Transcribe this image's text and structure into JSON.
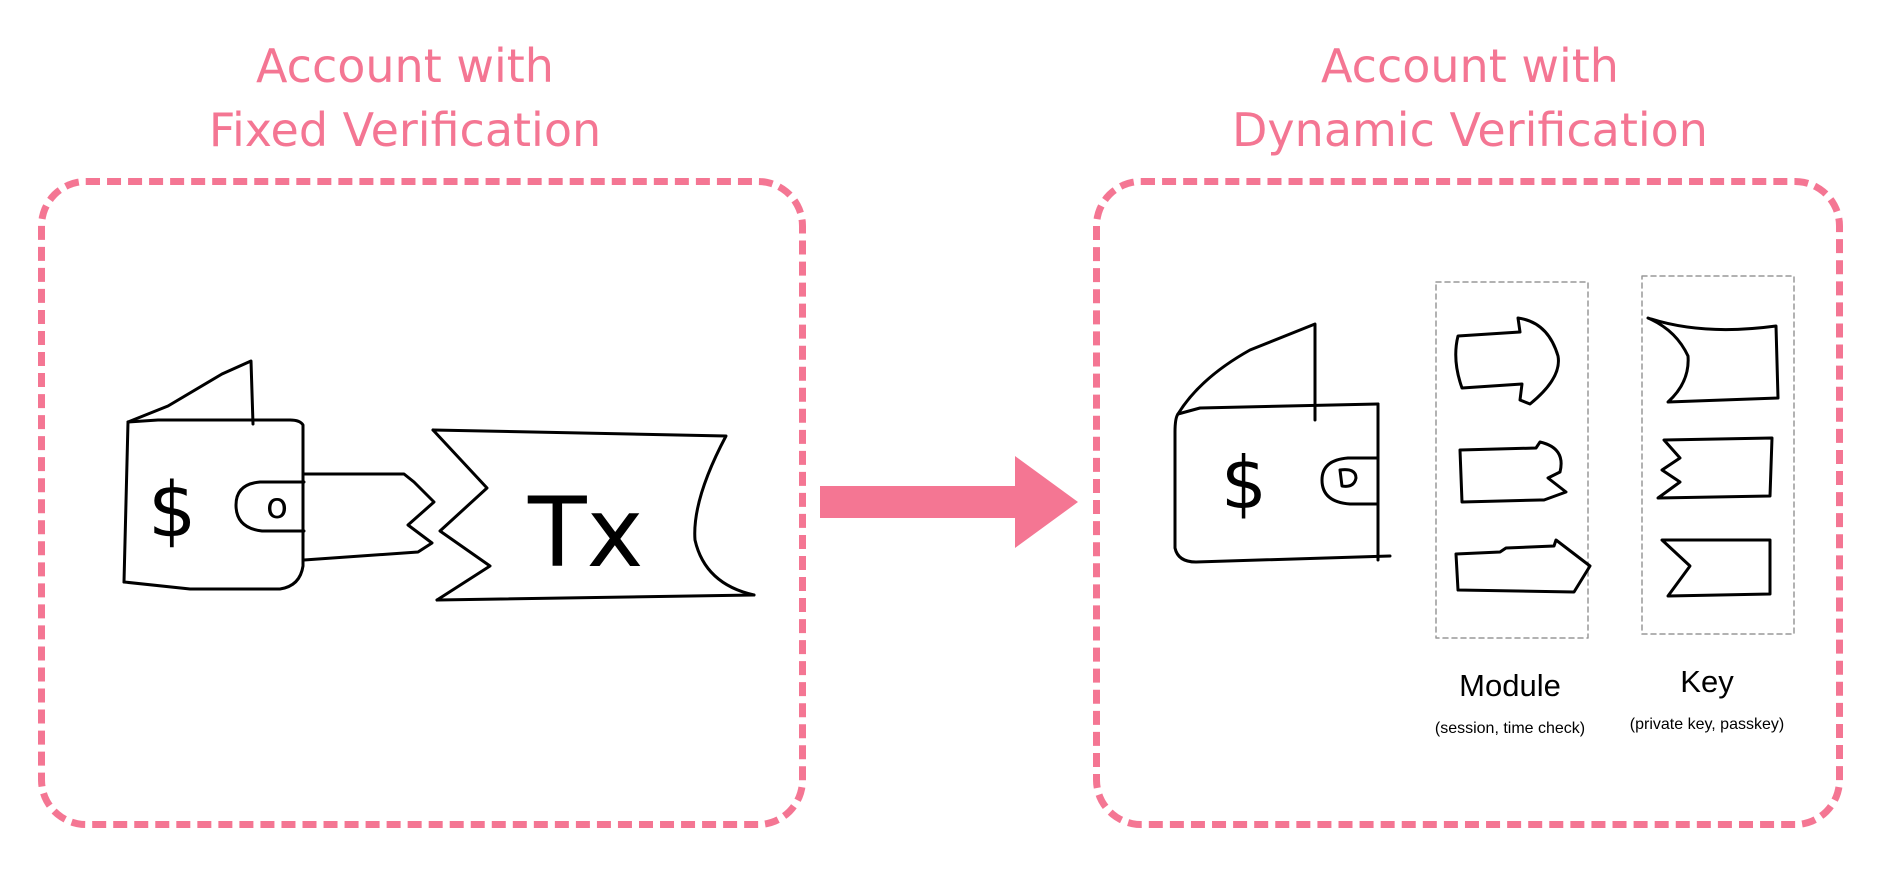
{
  "left_panel": {
    "title_line1": "Account with",
    "title_line2": "Fixed Verification"
  },
  "right_panel": {
    "title_line1": "Account with",
    "title_line2": "Dynamic Verification",
    "module_label": "Module",
    "module_sub": "(session, time check)",
    "key_label": "Key",
    "key_sub": "(private key, passkey)"
  },
  "wallet": {
    "dollar_glyph": "$",
    "clasp_glyph": "o"
  },
  "transaction": {
    "glyph": "Tx"
  },
  "colors": {
    "accent": "#f47693",
    "ink": "#000000",
    "box_border": "#999999"
  }
}
